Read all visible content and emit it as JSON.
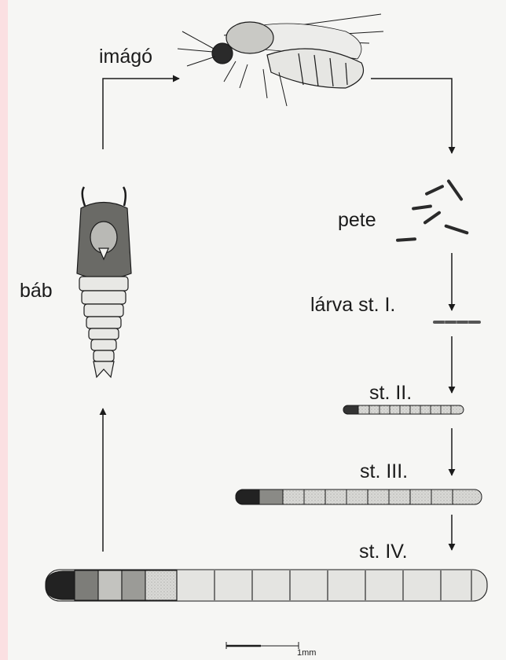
{
  "stages": {
    "imago": "imágó",
    "egg": "pete",
    "larva_1": "lárva st. I.",
    "larva_2": "st. II.",
    "larva_3": "st. III.",
    "larva_4": "st. IV.",
    "pupa": "báb"
  },
  "scale_bar": {
    "label": "1mm"
  },
  "colors": {
    "background": "#f6f6f4",
    "side_bar": "#fbe0e2",
    "ink": "#1b1b1b"
  }
}
